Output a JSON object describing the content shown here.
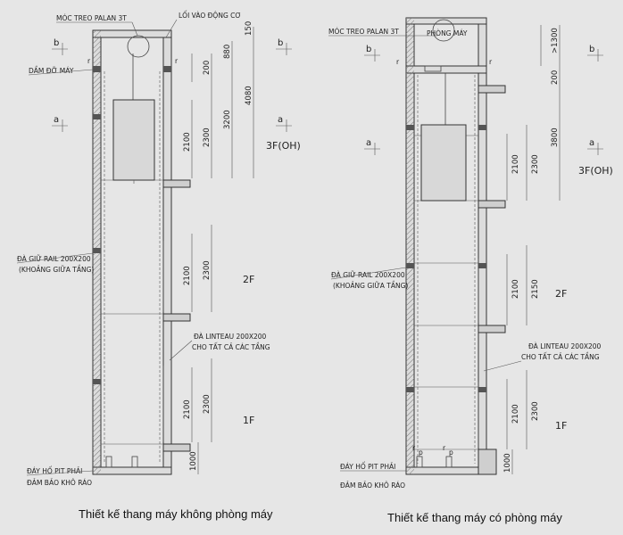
{
  "left": {
    "labels": {
      "hook": "MÓC TREO PALAN 3T",
      "entry": "LỐI VÀO ĐỘNG CƠ",
      "beam": "DẦM ĐỠ MÁY",
      "rail1": "ĐÀ GIỮ RAIL 200X200",
      "rail2": "(KHOẢNG GIỮA TẦNG)",
      "lint1": "ĐÀ LINTEAU 200X200",
      "lint2": "CHO TẤT CẢ CÁC TẦNG",
      "pit1": "ĐÁY HỐ PIT PHẢI",
      "pit2": "ĐẢM BẢO KHÔ RÁO"
    },
    "dims": {
      "d150": "150",
      "d880": "880",
      "d200": "200",
      "d4080": "4080",
      "d3200": "3200",
      "d2300a": "2300",
      "d2100a": "2100",
      "d2300b": "2300",
      "d2100b": "2100",
      "d2300c": "2300",
      "d2100c": "2100",
      "d1000": "1000"
    },
    "floors": {
      "f3": "3F(OH)",
      "f2": "2F",
      "f1": "1F"
    },
    "sections": {
      "b": "b",
      "a": "a"
    },
    "r": "r",
    "caption": "Thiết kế thang máy không phòng máy"
  },
  "right": {
    "labels": {
      "hook": "MÓC TREO PALAN 3T",
      "room": "PHÒNG MÁY",
      "rail1": "ĐÀ GIỮ RAIL 200X200",
      "rail2": "(KHOẢNG GIỮA TẦNG)",
      "lint1": "ĐÀ LINTEAU 200X200",
      "lint2": "CHO TẤT CẢ CÁC TẦNG",
      "pit1": "ĐÁY HỐ PIT PHẢI",
      "pit2": "ĐẢM BẢO KHÔ RÁO"
    },
    "dims": {
      "d1300": ">1300",
      "d200": "200",
      "d3800": "3800",
      "d2300a": "2300",
      "d2100a": "2100",
      "d2150": "2150",
      "d2100b": "2100",
      "d2300c": "2300",
      "d2100c": "2100",
      "d1000": "1000"
    },
    "floors": {
      "f3": "3F(OH)",
      "f2": "2F",
      "f1": "1F"
    },
    "sections": {
      "b": "b",
      "a": "a"
    },
    "r": "r",
    "p": "p",
    "caption": "Thiết kế thang máy có phòng máy"
  },
  "colors": {
    "background": "#e6e6e6",
    "line": "#333333"
  }
}
